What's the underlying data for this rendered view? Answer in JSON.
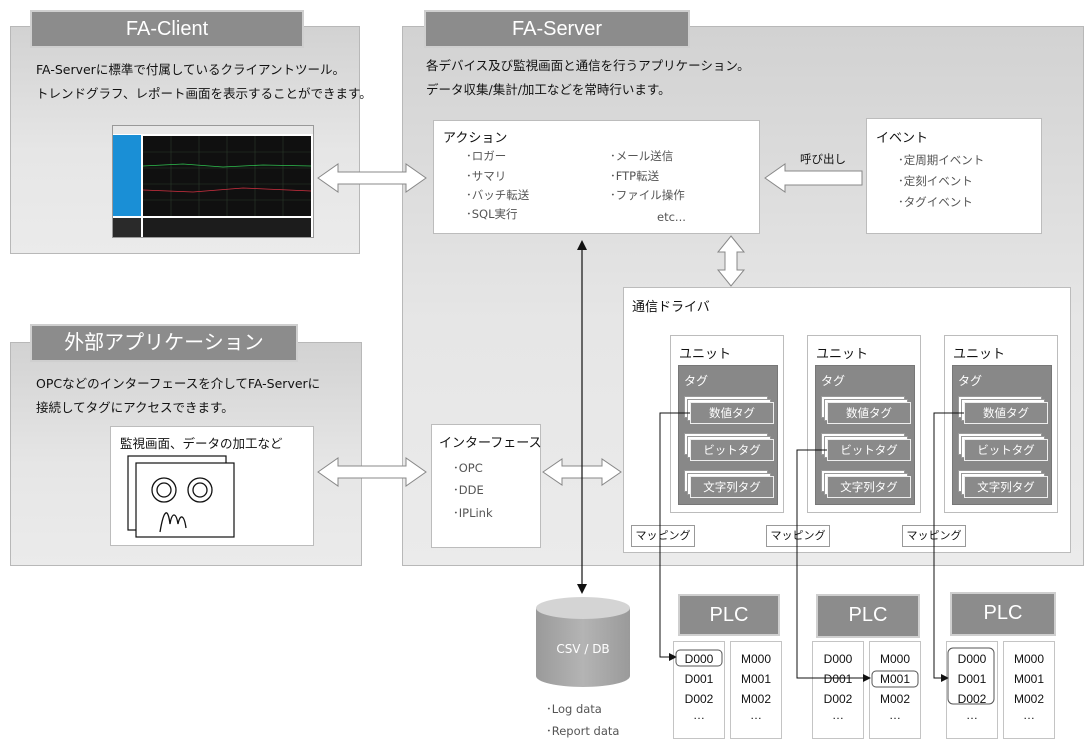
{
  "fa_client": {
    "title": "FA-Client",
    "desc1": "FA-Serverに標準で付属しているクライアントツール。",
    "desc2": "トレンドグラフ、レポート画面を表示することができます。"
  },
  "external_app": {
    "title": "外部アプリケーション",
    "desc1": "OPCなどのインターフェースを介してFA-Serverに",
    "desc2": "接続してタグにアクセスできます。",
    "screen_title": "監視画面、データの加工など"
  },
  "fa_server": {
    "title": "FA-Server",
    "desc1": "各デバイス及び監視画面と通信を行うアプリケーション。",
    "desc2": "データ収集/集計/加工などを常時行います。"
  },
  "action": {
    "title": "アクション",
    "items_left": [
      "･ロガー",
      "･サマリ",
      "･バッチ転送",
      "･SQL実行"
    ],
    "items_right": [
      "･メール送信",
      "･FTP転送",
      "･ファイル操作"
    ],
    "etc": "etc..."
  },
  "event": {
    "title": "イベント",
    "items": [
      "･定周期イベント",
      "･定刻イベント",
      "･タグイベント"
    ],
    "call_label": "呼び出し"
  },
  "interface": {
    "title": "インターフェース",
    "items": [
      "･OPC",
      "･DDE",
      "･IPLink"
    ]
  },
  "driver": {
    "title": "通信ドライバ",
    "units": [
      {
        "title": "ユニット",
        "tag_group": "タグ",
        "tags": [
          "数値タグ",
          "ビットタグ",
          "文字列タグ"
        ]
      },
      {
        "title": "ユニット",
        "tag_group": "タグ",
        "tags": [
          "数値タグ",
          "ビットタグ",
          "文字列タグ"
        ]
      },
      {
        "title": "ユニット",
        "tag_group": "タグ",
        "tags": [
          "数値タグ",
          "ビットタグ",
          "文字列タグ"
        ]
      }
    ],
    "mapping_label": "マッピング"
  },
  "plcs": [
    {
      "title": "PLC",
      "d": [
        "D000",
        "D001",
        "D002",
        "…"
      ],
      "m": [
        "M000",
        "M001",
        "M002",
        "…"
      ]
    },
    {
      "title": "PLC",
      "d": [
        "D000",
        "D001",
        "D002",
        "…"
      ],
      "m": [
        "M000",
        "M001",
        "M002",
        "…"
      ]
    },
    {
      "title": "PLC",
      "d": [
        "D000",
        "D001",
        "D002",
        "…"
      ],
      "m": [
        "M000",
        "M001",
        "M002",
        "…"
      ]
    }
  ],
  "database": {
    "label": "CSV / DB",
    "notes": [
      "･Log data",
      "･Report data"
    ]
  },
  "colors": {
    "header_gray": "#8c8c8c",
    "tag_gray": "#888888",
    "client_blue": "#1a8fd6"
  }
}
